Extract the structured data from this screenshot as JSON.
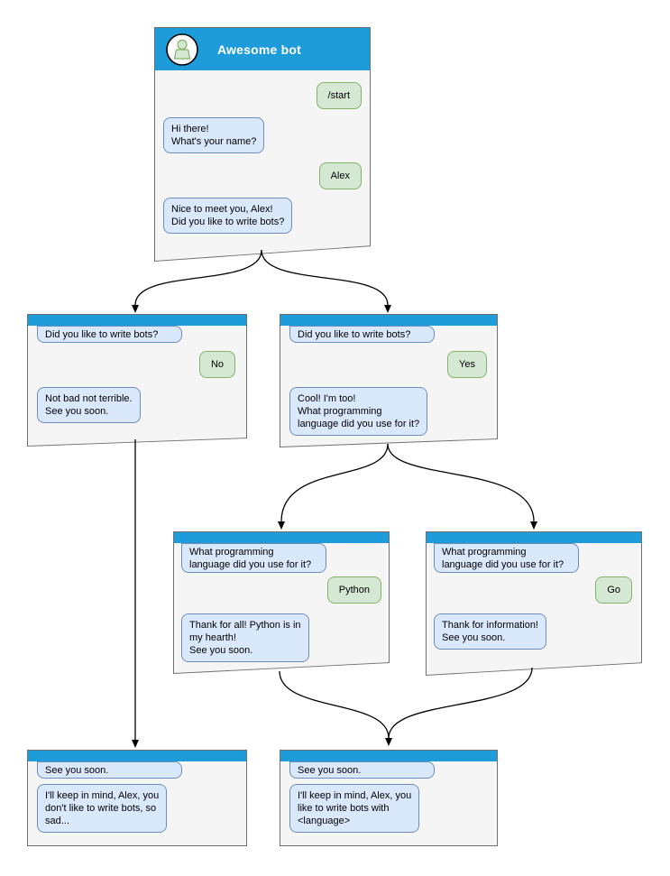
{
  "colors": {
    "header_blue": "#1e9cd9",
    "bot_bubble_bg": "#dae8fc",
    "bot_bubble_border": "#6c8ebf",
    "user_bubble_bg": "#d5e8d4",
    "user_bubble_border": "#82b366",
    "window_bg": "#f5f5f5",
    "window_border": "#6f6f6f",
    "arrow": "#000000"
  },
  "windows": [
    {
      "id": "root",
      "title": "Awesome bot",
      "messages": [
        {
          "from": "user",
          "text": "/start"
        },
        {
          "from": "bot",
          "text": "Hi there!\nWhat's your name?"
        },
        {
          "from": "user",
          "text": "Alex"
        },
        {
          "from": "bot",
          "text": "Nice to meet you, Alex!\nDid you like to write bots?"
        }
      ]
    },
    {
      "id": "branch-no",
      "messages": [
        {
          "from": "bot",
          "text": "Did you like to write bots?"
        },
        {
          "from": "user",
          "text": "No"
        },
        {
          "from": "bot",
          "text": "Not bad not terrible.\nSee you soon."
        }
      ]
    },
    {
      "id": "branch-yes",
      "messages": [
        {
          "from": "bot",
          "text": "Did you like to write bots?"
        },
        {
          "from": "user",
          "text": "Yes"
        },
        {
          "from": "bot",
          "text": "Cool! I'm too!\nWhat programming\nlanguage did you use for it?"
        }
      ]
    },
    {
      "id": "branch-python",
      "messages": [
        {
          "from": "bot",
          "text": "What programming\nlanguage did you use for it?"
        },
        {
          "from": "user",
          "text": "Python"
        },
        {
          "from": "bot",
          "text": "Thank for all! Python is in\nmy hearth!\nSee you soon."
        }
      ]
    },
    {
      "id": "branch-go",
      "messages": [
        {
          "from": "bot",
          "text": "What programming\nlanguage did you use for it?"
        },
        {
          "from": "user",
          "text": "Go"
        },
        {
          "from": "bot",
          "text": "Thank for information!\nSee you soon."
        }
      ]
    },
    {
      "id": "end-no",
      "messages": [
        {
          "from": "bot",
          "text": "See you soon."
        },
        {
          "from": "bot",
          "text": "I'll keep in mind, Alex, you\ndon't like to write bots, so\nsad..."
        }
      ]
    },
    {
      "id": "end-yes",
      "messages": [
        {
          "from": "bot",
          "text": "See you soon."
        },
        {
          "from": "bot",
          "text": "I'll keep in mind, Alex, you\nlike to write bots with\n<language>"
        }
      ]
    }
  ],
  "edges": [
    {
      "from": "root",
      "to": "branch-no"
    },
    {
      "from": "root",
      "to": "branch-yes"
    },
    {
      "from": "branch-no",
      "to": "end-no"
    },
    {
      "from": "branch-yes",
      "to": "branch-python"
    },
    {
      "from": "branch-yes",
      "to": "branch-go"
    },
    {
      "from": "branch-python",
      "to": "end-yes"
    },
    {
      "from": "branch-go",
      "to": "end-yes"
    }
  ]
}
